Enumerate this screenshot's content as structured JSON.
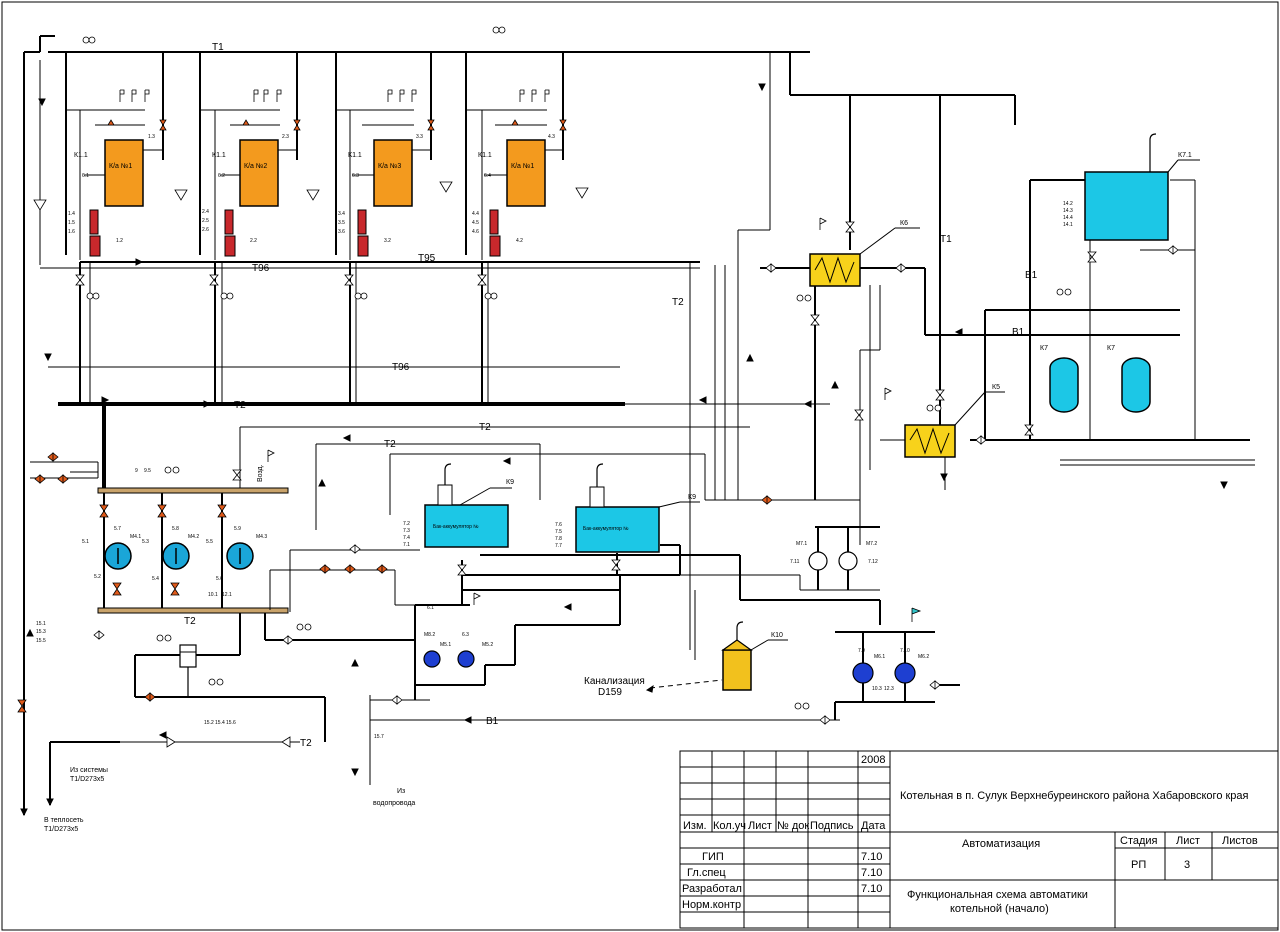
{
  "pipes": {
    "t1_top": "T1",
    "t1_right": "T1",
    "t96_upper": "T96",
    "t95": "T95",
    "t96_lower": "T96",
    "t2_main": "T2",
    "t2_mid": "T2",
    "t2_b": "T2",
    "t2_right": "T2",
    "t2_pumps": "T2",
    "t2_bottom": "T2",
    "b1_right": "B1",
    "b1_mid": "B1",
    "b1_bottom": "B1",
    "vozd": "Возд."
  },
  "boilers": [
    {
      "tag": "К1.1",
      "label": "К/а №1"
    },
    {
      "tag": "К1.1",
      "label": "К/а №2"
    },
    {
      "tag": "К1.1",
      "label": "К/а №3"
    },
    {
      "tag": "К1.1",
      "label": "К/а №1"
    }
  ],
  "equipment": {
    "k6": "К6",
    "k5": "К5",
    "k7_1": "К7.1",
    "k7_a": "К7",
    "k7_b": "К7",
    "k9_a": "К9",
    "k9_b": "К9",
    "k10": "К10",
    "tank_a": "Бак-аккумулятор №",
    "tank_b": "Бак-аккумулятор №"
  },
  "annotations": {
    "kanal_1": "Канализация",
    "kanal_2": "D159",
    "from_system_1": "Из системы",
    "from_system_2": "Т1/D273x5",
    "to_heat_1": "В теплосеть",
    "to_heat_2": "Т1/D273x5",
    "water_1": "Из",
    "water_2": "водопровода"
  },
  "title_block": {
    "year": "2008",
    "project": "Котельная в п. Сулук  Верхнебуреинского района Хабаровского края",
    "section": "Автоматизация",
    "sheet_title_1": "Функциональная схема автоматики",
    "sheet_title_2": "котельной (начало)",
    "headers": [
      "Изм.",
      "Кол.уч",
      "Лист",
      "№ док",
      "Подпись",
      "Дата"
    ],
    "stage_header": "Стадия",
    "sheet_header": "Лист",
    "sheets_header": "Листов",
    "stage": "РП",
    "sheet": "3",
    "sheets": "",
    "roles": [
      {
        "role": "ГИП",
        "date": "7.10"
      },
      {
        "role": "Гл.спец",
        "date": "7.10"
      },
      {
        "role": "Разработал",
        "date": "7.10"
      },
      {
        "role": "Норм.контр",
        "date": ""
      }
    ]
  }
}
